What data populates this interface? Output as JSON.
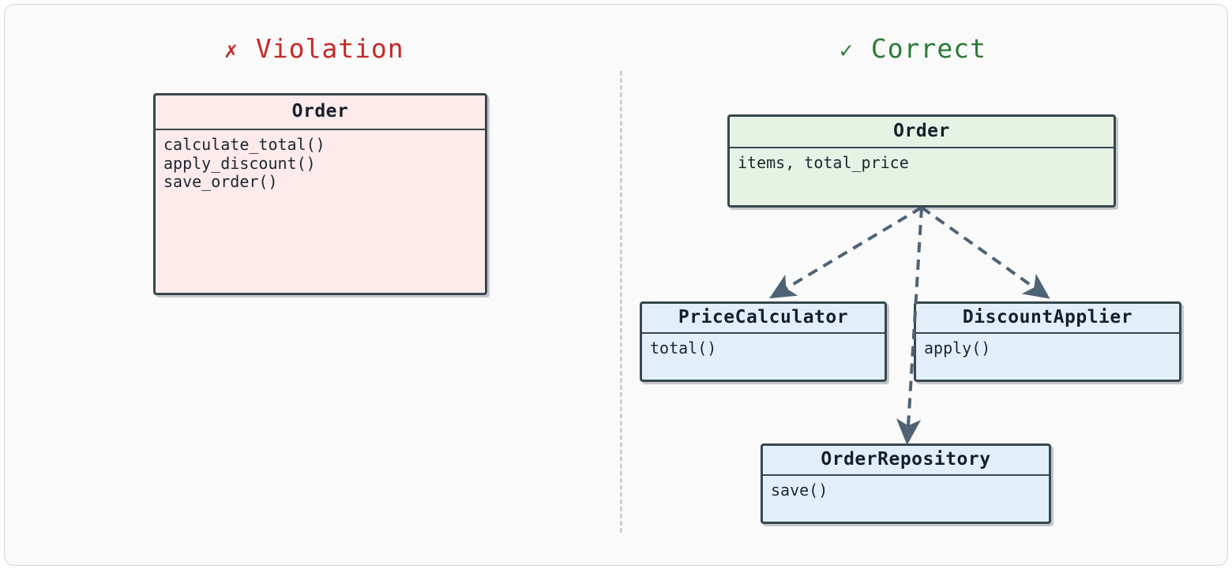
{
  "panels": {
    "violation": {
      "mark": "✗",
      "label": "Violation",
      "color": "#c62828"
    },
    "correct": {
      "mark": "✓",
      "label": "Correct",
      "color": "#2a7a35"
    }
  },
  "classes": {
    "order_violation": {
      "name": "Order",
      "members": "calculate_total()\napply_discount()\nsave_order()",
      "fill": "#fdeaea"
    },
    "order_correct": {
      "name": "Order",
      "members": "items, total_price",
      "fill": "#e6f2e4"
    },
    "price_calculator": {
      "name": "PriceCalculator",
      "members": "total()",
      "fill": "#e2eff9"
    },
    "discount_applier": {
      "name": "DiscountApplier",
      "members": "apply()",
      "fill": "#e2eff9"
    },
    "order_repository": {
      "name": "OrderRepository",
      "members": "save()",
      "fill": "#e2eff9"
    }
  },
  "connectors": {
    "style": "dashed",
    "color": "#4e6375",
    "edges": [
      {
        "from": "Order",
        "to": "PriceCalculator"
      },
      {
        "from": "Order",
        "to": "OrderRepository"
      },
      {
        "from": "Order",
        "to": "DiscountApplier"
      }
    ]
  },
  "divider": {
    "style": "dashed",
    "color": "#cfcfcf"
  },
  "theme": {
    "background": "#fafafa",
    "border": "#d6d6d6",
    "box_border": "#37474f"
  }
}
